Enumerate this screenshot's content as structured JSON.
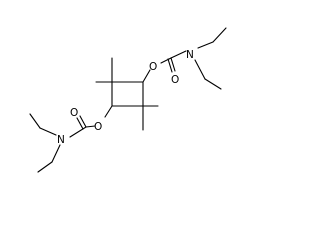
{
  "molecule": {
    "atom_labels": {
      "n_right": "N",
      "n_left": "N",
      "o_carbonyl_right": "O",
      "o_ester_right": "O",
      "o_carbonyl_left": "O",
      "o_ester_left": "O"
    },
    "colors": {
      "bond": "#000000",
      "text": "#000000",
      "background": "#ffffff"
    }
  }
}
